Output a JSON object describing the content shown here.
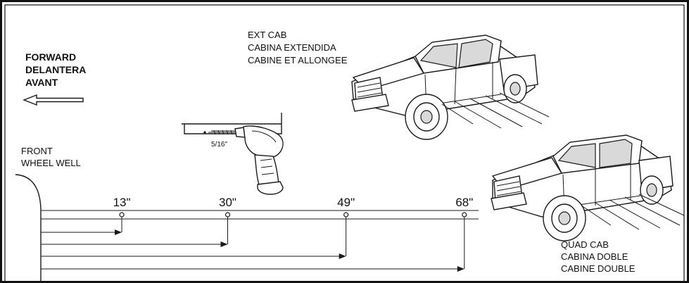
{
  "forward_labels": [
    "FORWARD",
    "DELANTERA",
    "AVANT"
  ],
  "ext_cab_labels": [
    "EXT CAB",
    "CABINA EXTENDIDA",
    "CABINE ET ALLONGEE"
  ],
  "quad_cab_labels": [
    "QUAD CAB",
    "CABINA DOBLE",
    "CABINE DOUBLE"
  ],
  "front_wheel_well_labels": [
    "FRONT",
    "WHEEL WELL"
  ],
  "drill_size_label": "5/16\"",
  "hole_positions": [
    {
      "label": "13\"",
      "inches": 13
    },
    {
      "label": "30\"",
      "inches": 30
    },
    {
      "label": "49\"",
      "inches": 49
    },
    {
      "label": "68\"",
      "inches": 68
    }
  ],
  "icons": {
    "forward_arrow": "left-arrow-icon",
    "drill": "power-drill-icon",
    "ext_cab_truck": "pickup-truck-extended-cab-icon",
    "quad_cab_truck": "pickup-truck-quad-cab-icon"
  },
  "colors": {
    "line": "#1a1a1a",
    "background": "#ffffff"
  }
}
